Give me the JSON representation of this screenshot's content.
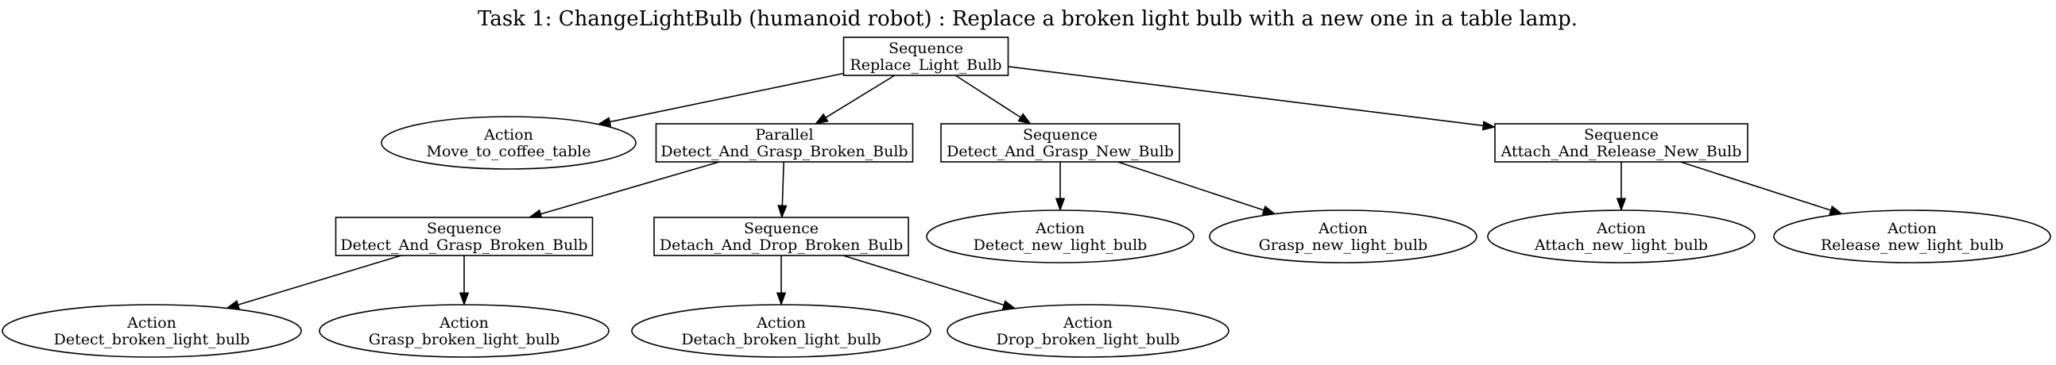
{
  "title": "Task 1: ChangeLightBulb (humanoid robot) : Replace a broken light bulb with a new one in a table lamp.",
  "nodes": {
    "root": {
      "kind": "Sequence",
      "name": "Replace_Light_Bulb"
    },
    "move": {
      "kind": "Action",
      "name": "Move_to_coffee_table"
    },
    "par_broken": {
      "kind": "Parallel",
      "name": "Detect_And_Grasp_Broken_Bulb"
    },
    "seq_new": {
      "kind": "Sequence",
      "name": "Detect_And_Grasp_New_Bulb"
    },
    "seq_attach": {
      "kind": "Sequence",
      "name": "Attach_And_Release_New_Bulb"
    },
    "seq_broken": {
      "kind": "Sequence",
      "name": "Detect_And_Grasp_Broken_Bulb"
    },
    "seq_detach": {
      "kind": "Sequence",
      "name": "Detach_And_Drop_Broken_Bulb"
    },
    "a_detect_new": {
      "kind": "Action",
      "name": "Detect_new_light_bulb"
    },
    "a_grasp_new": {
      "kind": "Action",
      "name": "Grasp_new_light_bulb"
    },
    "a_attach": {
      "kind": "Action",
      "name": "Attach_new_light_bulb"
    },
    "a_release": {
      "kind": "Action",
      "name": "Release_new_light_bulb"
    },
    "a_detect_broken": {
      "kind": "Action",
      "name": "Detect_broken_light_bulb"
    },
    "a_grasp_broken": {
      "kind": "Action",
      "name": "Grasp_broken_light_bulb"
    },
    "a_detach": {
      "kind": "Action",
      "name": "Detach_broken_light_bulb"
    },
    "a_drop": {
      "kind": "Action",
      "name": "Drop_broken_light_bulb"
    }
  },
  "edges": [
    [
      "root",
      "move"
    ],
    [
      "root",
      "par_broken"
    ],
    [
      "root",
      "seq_new"
    ],
    [
      "root",
      "seq_attach"
    ],
    [
      "par_broken",
      "seq_broken"
    ],
    [
      "par_broken",
      "seq_detach"
    ],
    [
      "seq_new",
      "a_detect_new"
    ],
    [
      "seq_new",
      "a_grasp_new"
    ],
    [
      "seq_attach",
      "a_attach"
    ],
    [
      "seq_attach",
      "a_release"
    ],
    [
      "seq_broken",
      "a_detect_broken"
    ],
    [
      "seq_broken",
      "a_grasp_broken"
    ],
    [
      "seq_detach",
      "a_detach"
    ],
    [
      "seq_detach",
      "a_drop"
    ]
  ]
}
